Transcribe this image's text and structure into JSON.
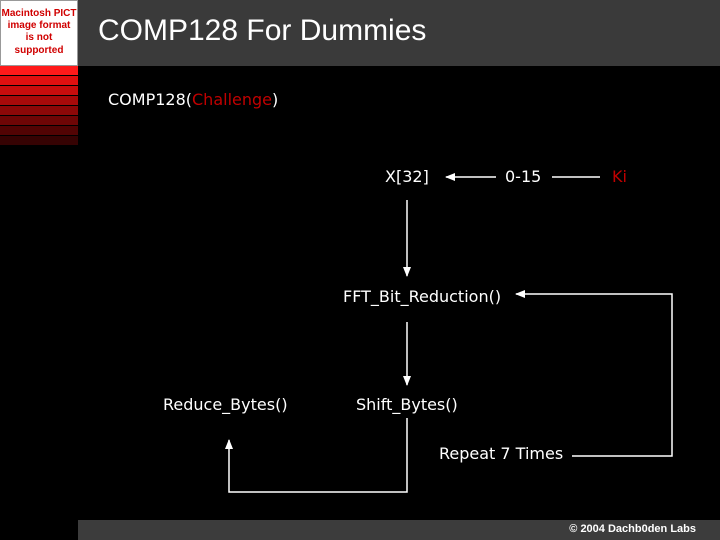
{
  "slide": {
    "title": "COMP128 For Dummies",
    "logo_lines": [
      "Macintosh PICT",
      "image format",
      "is not supported"
    ],
    "subtitle_prefix": "COMP128(",
    "subtitle_arg": "Challenge",
    "subtitle_suffix": ")",
    "footer": "© 2004  Dachb0den Labs"
  },
  "diagram": {
    "x32": "X[32]",
    "range": "0-15",
    "ki": "Ki",
    "fft": "FFT_Bit_Reduction()",
    "reduce": "Reduce_Bytes()",
    "shift": "Shift_Bytes()",
    "repeat": "Repeat 7 Times"
  },
  "colors": {
    "accent": "#c00000",
    "header": "#3a3a3a",
    "background": "#000000"
  }
}
